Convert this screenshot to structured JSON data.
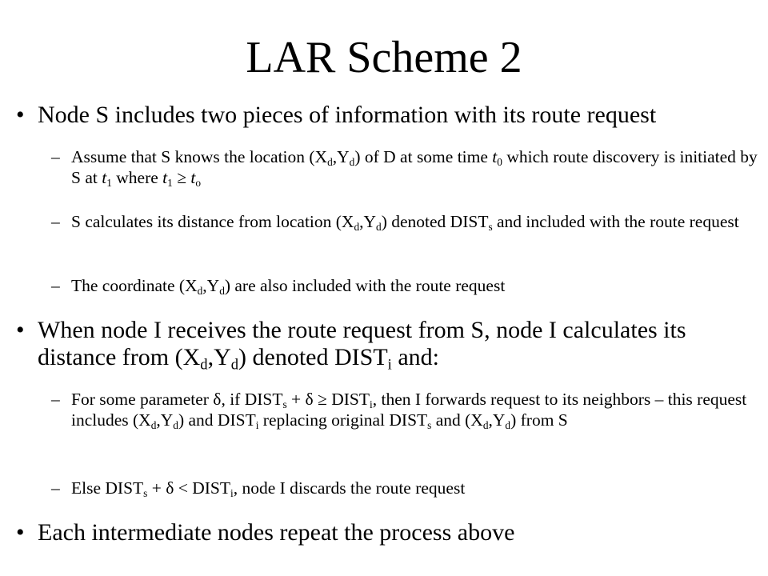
{
  "title": "LAR Scheme 2",
  "bullet_char": "•",
  "dash_char": "–",
  "bullets": [
    {
      "html": "Node S includes two pieces of information with its route request",
      "sub": [
        {
          "html": "Assume that S knows the location (X<sub>d</sub>,Y<sub>d</sub>) of D at some time <i>t</i><sub>0</sub> which route discovery is initiated by S at <i>t</i><sub>1</sub> where <i>t</i><sub>1</sub> &ge; <i>t</i><sub>o</sub>"
        },
        {
          "html": "S calculates its distance from location (X<sub>d</sub>,Y<sub>d</sub>) denoted DIST<sub>s</sub> and included with the route request"
        },
        {
          "html": "The coordinate (X<sub>d</sub>,Y<sub>d</sub>) are also included with the route request"
        }
      ]
    },
    {
      "html": "When node I receives the route request from S, node I calculates its distance from (X<sub>d</sub>,Y<sub>d</sub>) denoted DIST<sub>i</sub> and:",
      "sub": [
        {
          "html": "For some parameter &delta;, if DIST<sub>s</sub> + &delta; &ge; DIST<sub>i</sub>, then I forwards request to its neighbors – this request includes (X<sub>d</sub>,Y<sub>d</sub>) and DIST<sub>i</sub> replacing original DIST<sub>s</sub> and (X<sub>d</sub>,Y<sub>d</sub>) from S"
        },
        {
          "html": "Else DIST<sub>s</sub> + &delta; &lt; DIST<sub>i</sub>, node I discards the route request"
        }
      ]
    },
    {
      "html": "Each intermediate nodes repeat the process above",
      "sub": []
    }
  ]
}
